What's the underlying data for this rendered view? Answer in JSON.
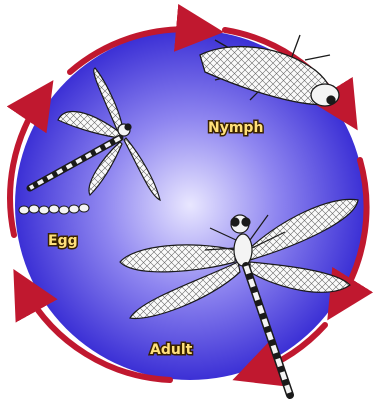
{
  "diagram": {
    "stages": {
      "egg": "Egg",
      "nymph": "Nymph",
      "adult": "Adult"
    },
    "colors": {
      "circle_center": "#dcd9ff",
      "circle_edge": "#2b1fd0",
      "arrows": "#c0182f",
      "label_fill": "#ffe07a",
      "label_stroke": "#3a2200",
      "insect_fill": "#f4f4f4",
      "insect_stroke": "#1a1a1a"
    },
    "icons": [
      "lifecycle-cycle-arrows",
      "dragonfly-laying-eggs",
      "nymph-larva",
      "adult-dragonfly",
      "egg-chain"
    ]
  }
}
